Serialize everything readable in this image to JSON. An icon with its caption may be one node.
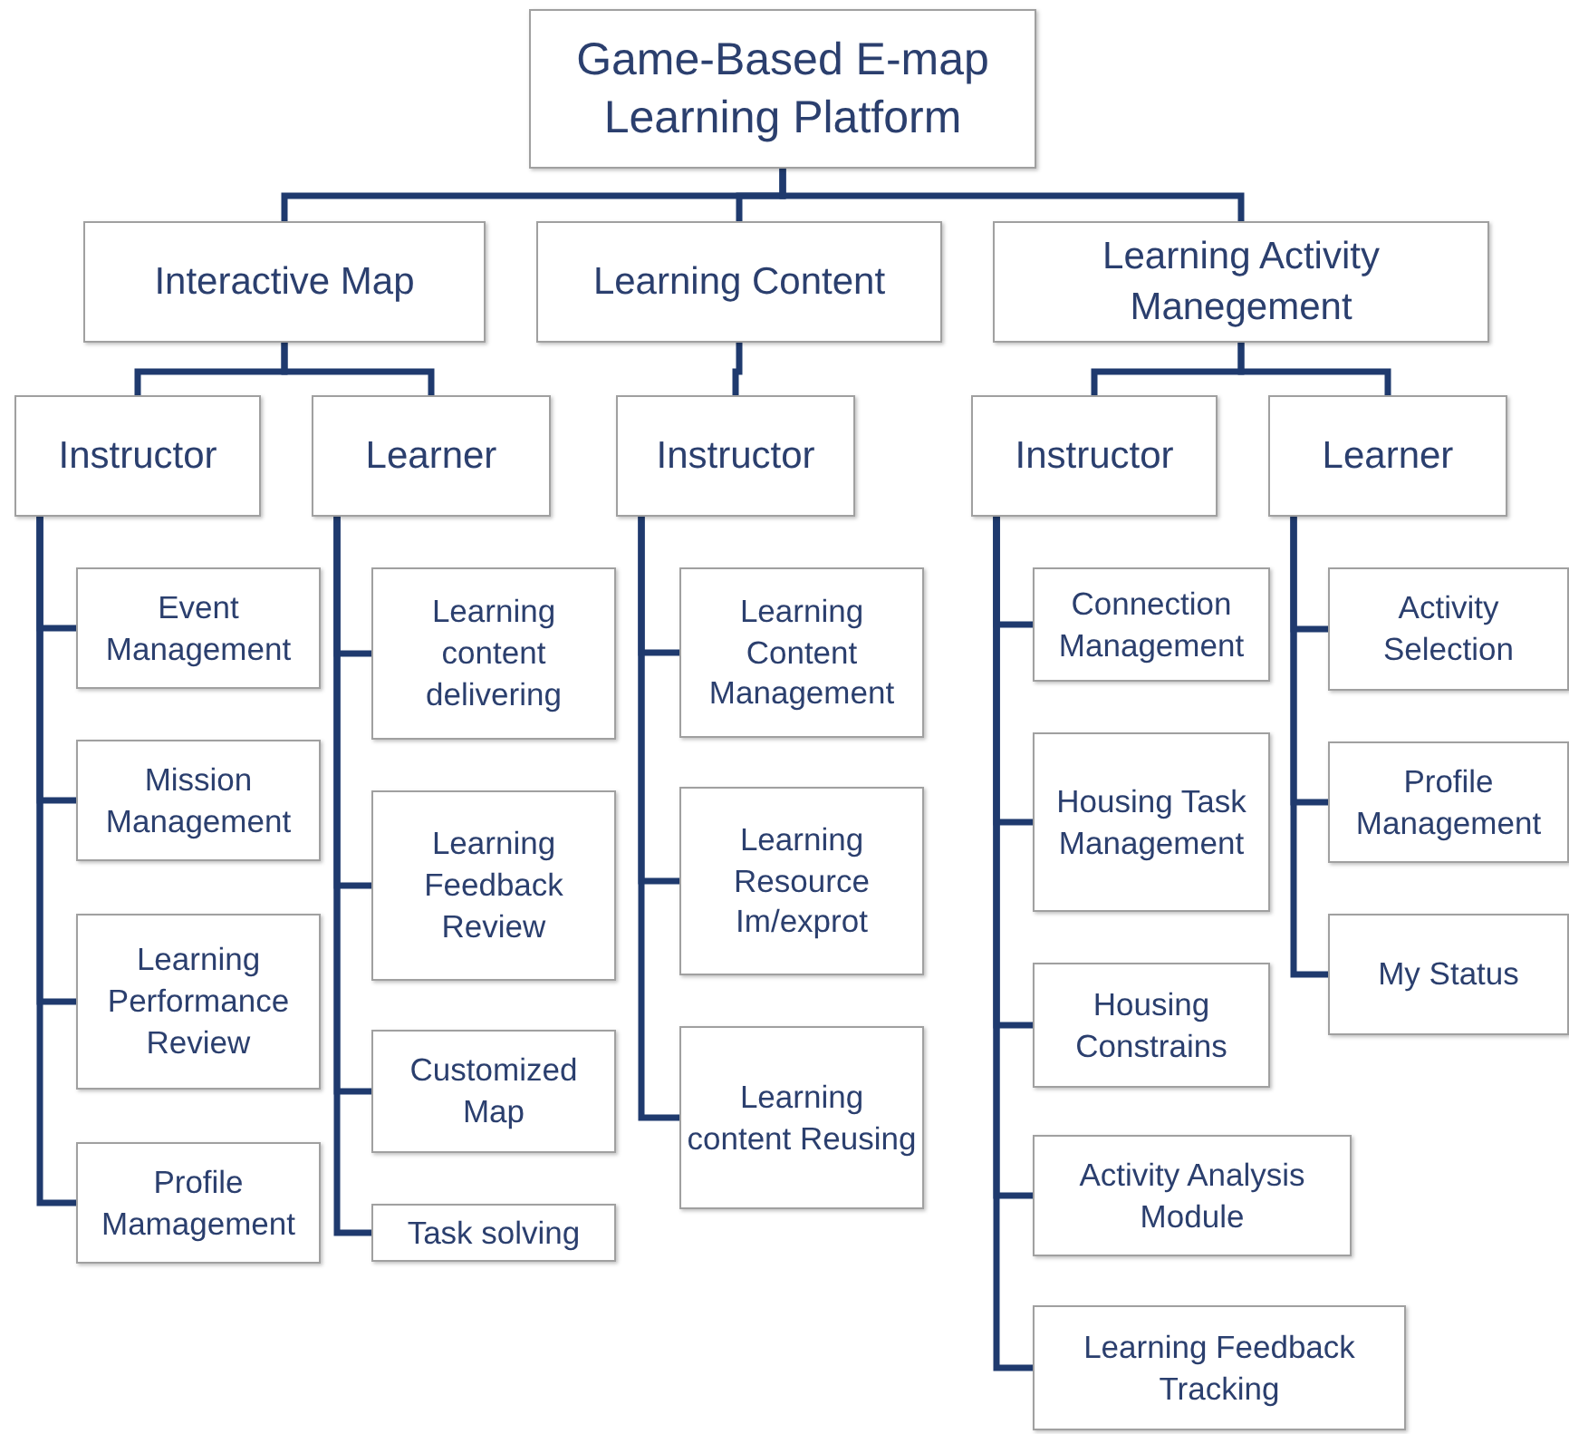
{
  "diagram": {
    "nodes": [
      {
        "text": [
          "Game-Based E-map Learning Platform"
        ]
      },
      {
        "text": [
          "Interactive Map"
        ]
      },
      {
        "text": [
          "Learning Content"
        ]
      },
      {
        "text": [
          "Learning Activity Manegement"
        ]
      },
      {
        "text": [
          "Instructor"
        ]
      },
      {
        "text": [
          "Learner"
        ]
      },
      {
        "text": [
          "Instructor"
        ]
      },
      {
        "text": [
          "Instructor"
        ]
      },
      {
        "text": [
          "Learner"
        ]
      },
      {
        "text": [
          "Event Management"
        ]
      },
      {
        "text": [
          "Mission Management"
        ]
      },
      {
        "text": [
          "Learning Performance Review"
        ]
      },
      {
        "text": [
          "Profile Mamagement"
        ]
      },
      {
        "text": [
          "Learning content delivering"
        ]
      },
      {
        "text": [
          "Learning Feedback Review"
        ]
      },
      {
        "text": [
          "Customized Map"
        ]
      },
      {
        "text": [
          "Task solving"
        ]
      },
      {
        "text": [
          "Learning Content Management"
        ]
      },
      {
        "text": [
          "Learning Resource Im/exprot"
        ]
      },
      {
        "text": [
          "Learning content Reusing"
        ]
      },
      {
        "text": [
          "Connection Management"
        ]
      },
      {
        "text": [
          "Housing Task Management"
        ]
      },
      {
        "text": [
          "Housing Constrains"
        ]
      },
      {
        "text": [
          "Activity Analysis Module"
        ]
      },
      {
        "text": [
          "Learning Feedback Tracking"
        ]
      },
      {
        "text": [
          "Activity Selection"
        ]
      },
      {
        "text": [
          "Profile Management"
        ]
      },
      {
        "text": [
          "My Status"
        ]
      }
    ],
    "edges": [
      {
        "from": 0,
        "to": 1,
        "arrow": "none"
      },
      {
        "from": 0,
        "to": 2,
        "arrow": "none"
      },
      {
        "from": 0,
        "to": 3,
        "arrow": "none"
      },
      {
        "from": 1,
        "to": 4,
        "arrow": "none"
      },
      {
        "from": 1,
        "to": 5,
        "arrow": "none"
      },
      {
        "from": 2,
        "to": 6,
        "arrow": "none"
      },
      {
        "from": 3,
        "to": 7,
        "arrow": "none"
      },
      {
        "from": 3,
        "to": 8,
        "arrow": "none"
      },
      {
        "from": 4,
        "to": 9,
        "arrow": "none"
      },
      {
        "from": 4,
        "to": 10,
        "arrow": "none"
      },
      {
        "from": 4,
        "to": 11,
        "arrow": "none"
      },
      {
        "from": 4,
        "to": 12,
        "arrow": "none"
      },
      {
        "from": 5,
        "to": 13,
        "arrow": "none"
      },
      {
        "from": 5,
        "to": 14,
        "arrow": "none"
      },
      {
        "from": 5,
        "to": 15,
        "arrow": "none"
      },
      {
        "from": 5,
        "to": 16,
        "arrow": "none"
      },
      {
        "from": 6,
        "to": 17,
        "arrow": "none"
      },
      {
        "from": 6,
        "to": 18,
        "arrow": "none"
      },
      {
        "from": 6,
        "to": 19,
        "arrow": "none"
      },
      {
        "from": 7,
        "to": 20,
        "arrow": "none"
      },
      {
        "from": 7,
        "to": 21,
        "arrow": "none"
      },
      {
        "from": 7,
        "to": 22,
        "arrow": "none"
      },
      {
        "from": 7,
        "to": 23,
        "arrow": "none"
      },
      {
        "from": 7,
        "to": 24,
        "arrow": "none"
      },
      {
        "from": 8,
        "to": 25,
        "arrow": "none"
      },
      {
        "from": 8,
        "to": 26,
        "arrow": "none"
      },
      {
        "from": 8,
        "to": 27,
        "arrow": "none"
      }
    ]
  }
}
